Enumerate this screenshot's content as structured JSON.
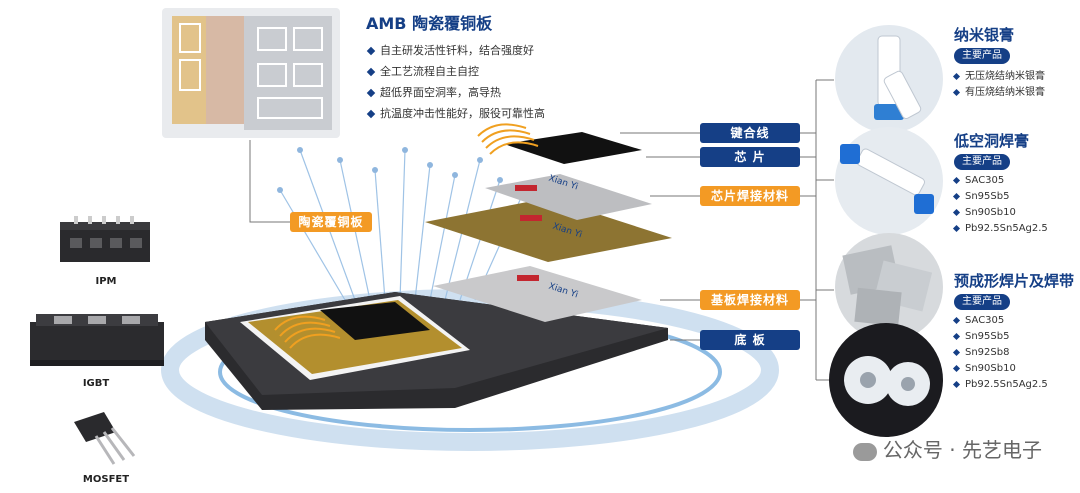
{
  "amb": {
    "title": "AMB 陶瓷覆铜板",
    "features": [
      "自主研发活性钎料，结合强度好",
      "全工艺流程自主自控",
      "超低界面空洞率，高导热",
      "抗温度冲击性能好，服役可靠性高"
    ]
  },
  "layer_labels": {
    "bonding_wire": "键合线",
    "chip": "芯 片",
    "chip_solder": "芯片焊接材料",
    "ceramic_board": "陶瓷覆铜板",
    "substrate_solder": "基板焊接材料",
    "base_plate": "底 板"
  },
  "brand_logo_text": "Xian Yi",
  "devices": [
    "IPM",
    "IGBT",
    "MOSFET"
  ],
  "products": {
    "tag": "主要产品",
    "nano_silver": {
      "title": "纳米银膏",
      "items": [
        "无压烧结纳米银膏",
        "有压烧结纳米银膏"
      ]
    },
    "low_void": {
      "title": "低空洞焊膏",
      "items": [
        "SAC305",
        "Sn95Sb5",
        "Sn90Sb10",
        "Pb92.5Sn5Ag2.5"
      ]
    },
    "preform": {
      "title": "预成形焊片及焊带",
      "items": [
        "SAC305",
        "Sn95Sb5",
        "Sn92Sb8",
        "Sn90Sb10",
        "Pb92.5Sn5Ag2.5"
      ]
    }
  },
  "watermark": "公众号 · 先艺电子",
  "colors": {
    "navy": "#153f86",
    "orange": "#f39a24",
    "gold": "#c7a23a",
    "dark": "#2b2b2e"
  }
}
